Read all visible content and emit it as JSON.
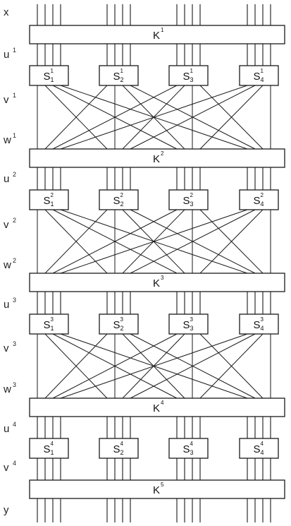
{
  "side_labels": [
    {
      "base": "x",
      "sup": ""
    },
    {
      "base": "u",
      "sup": "1"
    },
    {
      "base": "v",
      "sup": "1"
    },
    {
      "base": "w",
      "sup": "1"
    },
    {
      "base": "u",
      "sup": "2"
    },
    {
      "base": "v",
      "sup": "2"
    },
    {
      "base": "w",
      "sup": "2"
    },
    {
      "base": "u",
      "sup": "3"
    },
    {
      "base": "v",
      "sup": "3"
    },
    {
      "base": "w",
      "sup": "3"
    },
    {
      "base": "u",
      "sup": "4"
    },
    {
      "base": "v",
      "sup": "4"
    },
    {
      "base": "y",
      "sup": ""
    }
  ],
  "key_boxes": [
    {
      "base": "K",
      "sup": "1"
    },
    {
      "base": "K",
      "sup": "2"
    },
    {
      "base": "K",
      "sup": "3"
    },
    {
      "base": "K",
      "sup": "4"
    },
    {
      "base": "K",
      "sup": "5"
    }
  ],
  "sbox_rounds": [
    [
      {
        "base": "S",
        "sup": "1",
        "sub": "1"
      },
      {
        "base": "S",
        "sup": "1",
        "sub": "2"
      },
      {
        "base": "S",
        "sup": "1",
        "sub": "3"
      },
      {
        "base": "S",
        "sup": "1",
        "sub": "4"
      }
    ],
    [
      {
        "base": "S",
        "sup": "2",
        "sub": "1"
      },
      {
        "base": "S",
        "sup": "2",
        "sub": "2"
      },
      {
        "base": "S",
        "sup": "2",
        "sub": "3"
      },
      {
        "base": "S",
        "sup": "2",
        "sub": "4"
      }
    ],
    [
      {
        "base": "S",
        "sup": "3",
        "sub": "1"
      },
      {
        "base": "S",
        "sup": "3",
        "sub": "2"
      },
      {
        "base": "S",
        "sup": "3",
        "sub": "3"
      },
      {
        "base": "S",
        "sup": "3",
        "sub": "4"
      }
    ],
    [
      {
        "base": "S",
        "sup": "4",
        "sub": "1"
      },
      {
        "base": "S",
        "sup": "4",
        "sub": "2"
      },
      {
        "base": "S",
        "sup": "4",
        "sub": "3"
      },
      {
        "base": "S",
        "sup": "4",
        "sub": "4"
      }
    ]
  ]
}
